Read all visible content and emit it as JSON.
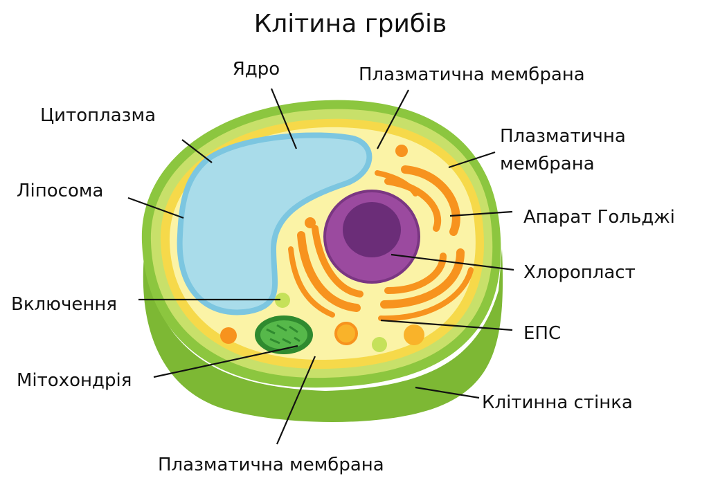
{
  "title": "Клітина грибів",
  "labels": {
    "nucleus": "Ядро",
    "membrane_top": "Плазматична мембрана",
    "cytoplasm": "Цитоплазма",
    "membrane_right_line1": "Плазматична",
    "membrane_right_line2": "мембрана",
    "liposome": "Ліпосома",
    "golgi": "Апарат Гольджі",
    "chloroplast": "Хлоропласт",
    "inclusion": "Включення",
    "eps": "ЕПС",
    "mitochondria": "Мітохондрія",
    "cell_wall": "Клітинна стінка",
    "membrane_bottom": "Плазматична мембрана"
  },
  "colors": {
    "cell_wall_outer": "#8cc63f",
    "cell_wall_light": "#c8e06a",
    "membrane": "#f6d94a",
    "cytoplasm": "#fbf3a6",
    "vacuole_fill": "#a9dcea",
    "vacuole_border": "#7cc6e0",
    "nucleus_outer": "#9b4a9f",
    "nucleus_inner": "#6b2d78",
    "organelle_orange": "#f7931e",
    "mitochondria": "#3a9a3a"
  }
}
